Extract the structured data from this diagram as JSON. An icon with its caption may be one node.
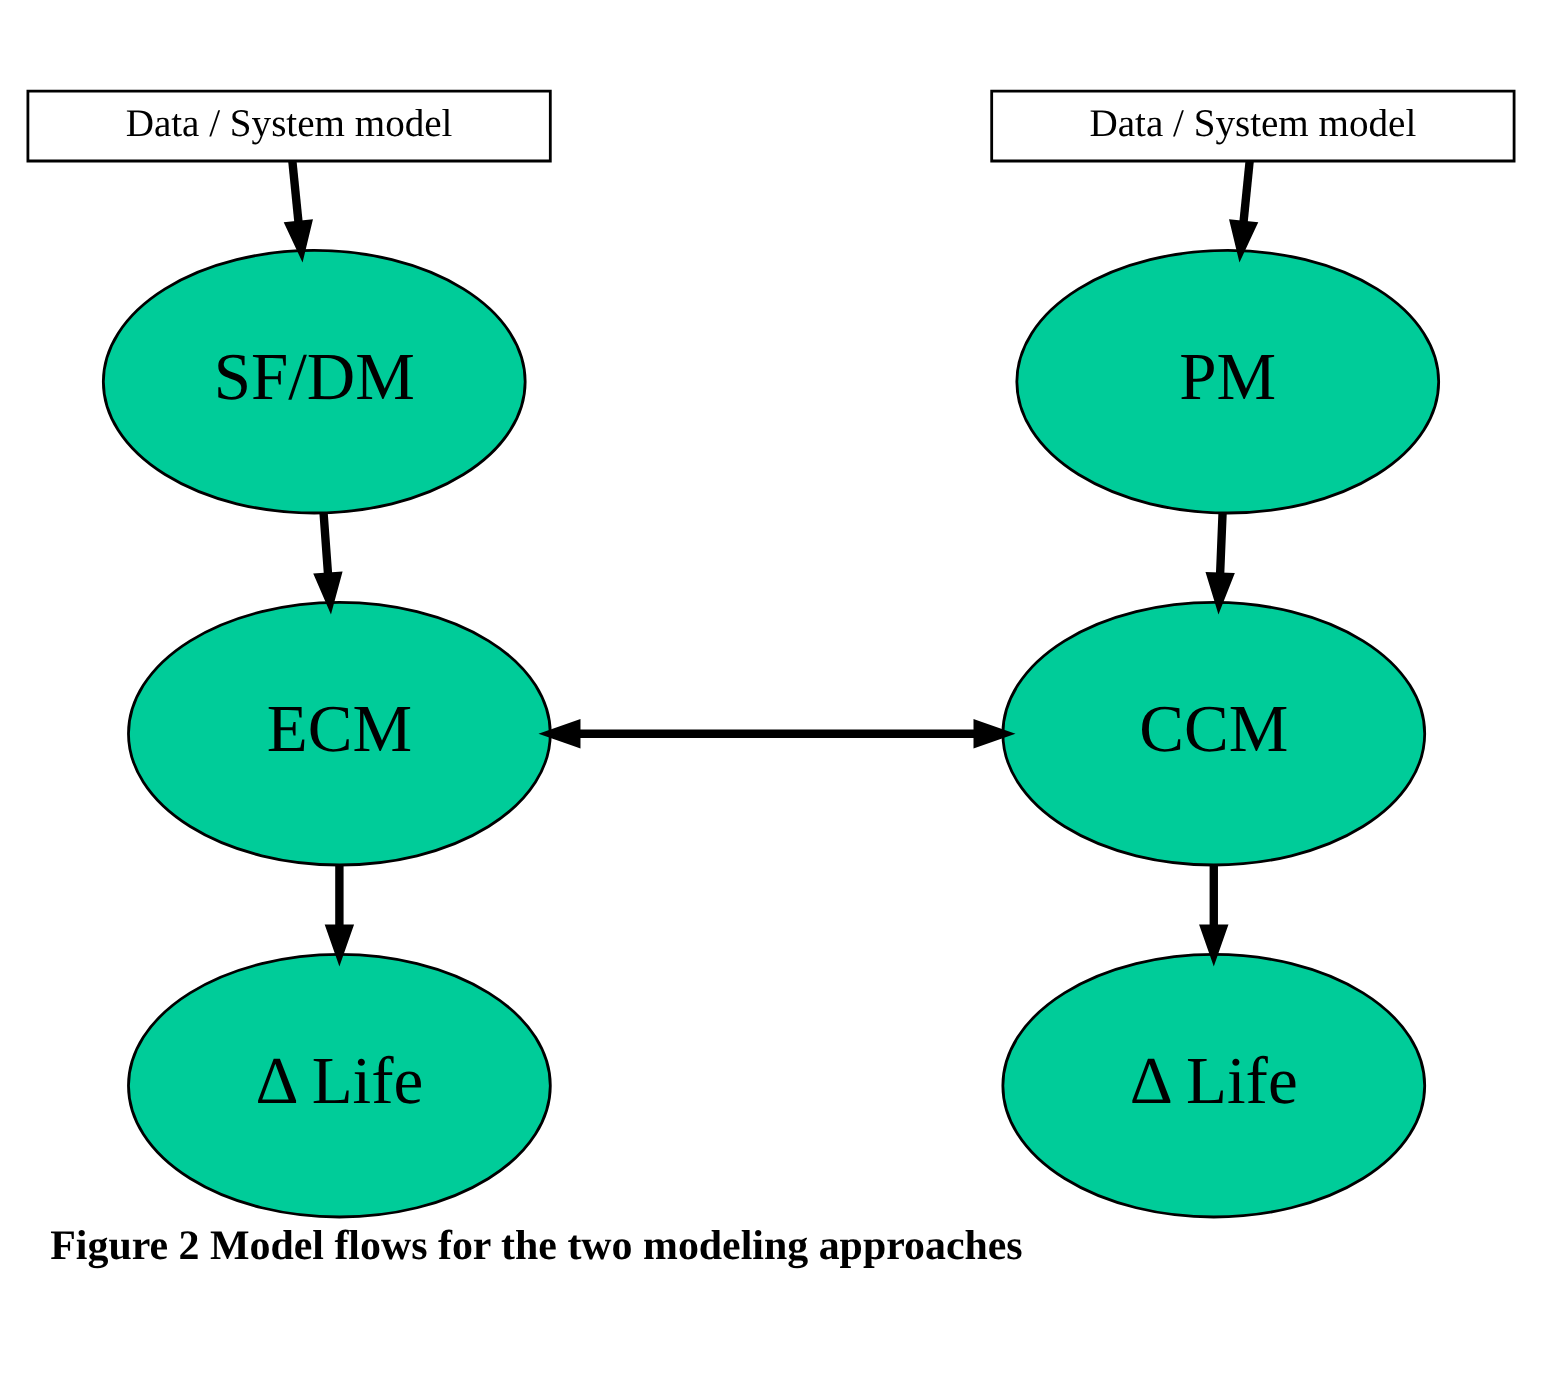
{
  "diagram": {
    "caption": "Figure 2 Model flows for the two modeling approaches",
    "nodes": [
      {
        "text": [
          "Data / System model"
        ]
      },
      {
        "text": [
          "SF/DM"
        ]
      },
      {
        "text": [
          "ECM"
        ]
      },
      {
        "text": [
          "Δ Life"
        ]
      },
      {
        "text": [
          "Data / System model"
        ]
      },
      {
        "text": [
          "PM"
        ]
      },
      {
        "text": [
          "CCM"
        ]
      },
      {
        "text": [
          "Δ Life"
        ]
      }
    ],
    "edges": [
      {
        "from": 0,
        "to": 1,
        "arrow": "to"
      },
      {
        "from": 1,
        "to": 2,
        "arrow": "to"
      },
      {
        "from": 2,
        "to": 3,
        "arrow": "to"
      },
      {
        "from": 4,
        "to": 5,
        "arrow": "to"
      },
      {
        "from": 5,
        "to": 6,
        "arrow": "to"
      },
      {
        "from": 6,
        "to": 7,
        "arrow": "to"
      },
      {
        "from": 2,
        "to": 6,
        "arrow": "both"
      }
    ]
  }
}
